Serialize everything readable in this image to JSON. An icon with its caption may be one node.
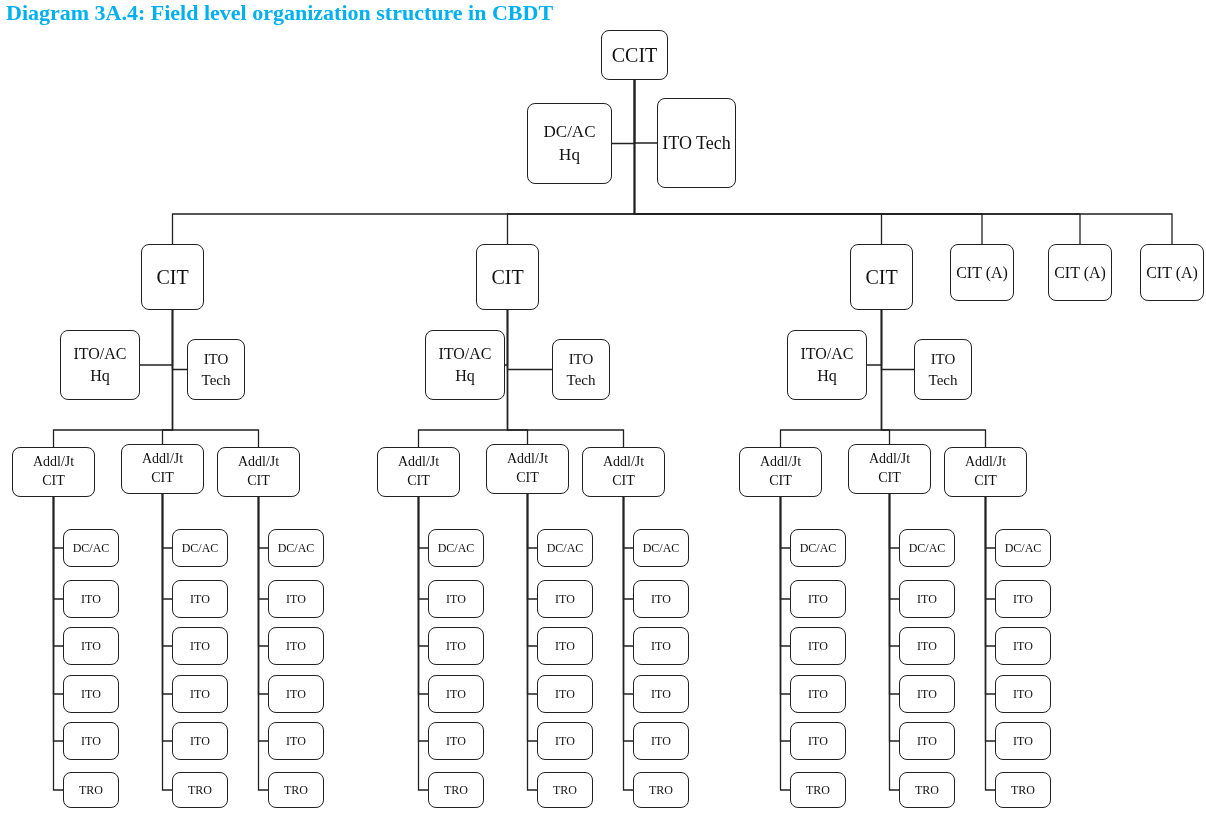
{
  "diagram": {
    "title": "Diagram 3A.4: Field level organization structure in CBDT",
    "nodes": [
      {
        "text": [
          "CCIT"
        ]
      },
      {
        "text": [
          "DC/AC Hq"
        ]
      },
      {
        "text": [
          "ITO Tech"
        ]
      },
      {
        "text": [
          "CIT"
        ]
      },
      {
        "text": [
          "CIT"
        ]
      },
      {
        "text": [
          "CIT"
        ]
      },
      {
        "text": [
          "CIT (A)"
        ]
      },
      {
        "text": [
          "CIT (A)"
        ]
      },
      {
        "text": [
          "CIT (A)"
        ]
      },
      {
        "text": [
          "ITO/AC Hq"
        ]
      },
      {
        "text": [
          "ITO Tech"
        ]
      },
      {
        "text": [
          "Addl/Jt CIT"
        ]
      },
      {
        "text": [
          "Addl/Jt CIT"
        ]
      },
      {
        "text": [
          "Addl/Jt CIT"
        ]
      },
      {
        "text": [
          "DC/AC"
        ]
      },
      {
        "text": [
          "ITO"
        ]
      },
      {
        "text": [
          "ITO"
        ]
      },
      {
        "text": [
          "ITO"
        ]
      },
      {
        "text": [
          "ITO"
        ]
      },
      {
        "text": [
          "TRO"
        ]
      },
      {
        "text": [
          "DC/AC"
        ]
      },
      {
        "text": [
          "ITO"
        ]
      },
      {
        "text": [
          "ITO"
        ]
      },
      {
        "text": [
          "ITO"
        ]
      },
      {
        "text": [
          "ITO"
        ]
      },
      {
        "text": [
          "TRO"
        ]
      },
      {
        "text": [
          "DC/AC"
        ]
      },
      {
        "text": [
          "ITO"
        ]
      },
      {
        "text": [
          "ITO"
        ]
      },
      {
        "text": [
          "ITO"
        ]
      },
      {
        "text": [
          "ITO"
        ]
      },
      {
        "text": [
          "TRO"
        ]
      },
      {
        "text": [
          "ITO/AC Hq"
        ]
      },
      {
        "text": [
          "ITO Tech"
        ]
      },
      {
        "text": [
          "Addl/Jt CIT"
        ]
      },
      {
        "text": [
          "Addl/Jt CIT"
        ]
      },
      {
        "text": [
          "Addl/Jt CIT"
        ]
      },
      {
        "text": [
          "DC/AC"
        ]
      },
      {
        "text": [
          "ITO"
        ]
      },
      {
        "text": [
          "ITO"
        ]
      },
      {
        "text": [
          "ITO"
        ]
      },
      {
        "text": [
          "ITO"
        ]
      },
      {
        "text": [
          "TRO"
        ]
      },
      {
        "text": [
          "DC/AC"
        ]
      },
      {
        "text": [
          "ITO"
        ]
      },
      {
        "text": [
          "ITO"
        ]
      },
      {
        "text": [
          "ITO"
        ]
      },
      {
        "text": [
          "ITO"
        ]
      },
      {
        "text": [
          "TRO"
        ]
      },
      {
        "text": [
          "DC/AC"
        ]
      },
      {
        "text": [
          "ITO"
        ]
      },
      {
        "text": [
          "ITO"
        ]
      },
      {
        "text": [
          "ITO"
        ]
      },
      {
        "text": [
          "ITO"
        ]
      },
      {
        "text": [
          "TRO"
        ]
      },
      {
        "text": [
          "ITO/AC Hq"
        ]
      },
      {
        "text": [
          "ITO Tech"
        ]
      },
      {
        "text": [
          "Addl/Jt CIT"
        ]
      },
      {
        "text": [
          "Addl/Jt CIT"
        ]
      },
      {
        "text": [
          "Addl/Jt CIT"
        ]
      },
      {
        "text": [
          "DC/AC"
        ]
      },
      {
        "text": [
          "ITO"
        ]
      },
      {
        "text": [
          "ITO"
        ]
      },
      {
        "text": [
          "ITO"
        ]
      },
      {
        "text": [
          "ITO"
        ]
      },
      {
        "text": [
          "TRO"
        ]
      },
      {
        "text": [
          "DC/AC"
        ]
      },
      {
        "text": [
          "ITO"
        ]
      },
      {
        "text": [
          "ITO"
        ]
      },
      {
        "text": [
          "ITO"
        ]
      },
      {
        "text": [
          "ITO"
        ]
      },
      {
        "text": [
          "TRO"
        ]
      },
      {
        "text": [
          "DC/AC"
        ]
      },
      {
        "text": [
          "ITO"
        ]
      },
      {
        "text": [
          "ITO"
        ]
      },
      {
        "text": [
          "ITO"
        ]
      },
      {
        "text": [
          "ITO"
        ]
      },
      {
        "text": [
          "TRO"
        ]
      }
    ],
    "edges": [
      {
        "from": 0,
        "to": 1,
        "arrow": "none"
      },
      {
        "from": 0,
        "to": 2,
        "arrow": "none"
      },
      {
        "from": 0,
        "to": 3,
        "arrow": "none"
      },
      {
        "from": 0,
        "to": 4,
        "arrow": "none"
      },
      {
        "from": 0,
        "to": 5,
        "arrow": "none"
      },
      {
        "from": 0,
        "to": 6,
        "arrow": "none"
      },
      {
        "from": 0,
        "to": 7,
        "arrow": "none"
      },
      {
        "from": 0,
        "to": 8,
        "arrow": "none"
      },
      {
        "from": 3,
        "to": 9,
        "arrow": "none"
      },
      {
        "from": 3,
        "to": 10,
        "arrow": "none"
      },
      {
        "from": 3,
        "to": 11,
        "arrow": "none"
      },
      {
        "from": 3,
        "to": 12,
        "arrow": "none"
      },
      {
        "from": 3,
        "to": 13,
        "arrow": "none"
      },
      {
        "from": 11,
        "to": 14,
        "arrow": "none"
      },
      {
        "from": 11,
        "to": 15,
        "arrow": "none"
      },
      {
        "from": 11,
        "to": 16,
        "arrow": "none"
      },
      {
        "from": 11,
        "to": 17,
        "arrow": "none"
      },
      {
        "from": 11,
        "to": 18,
        "arrow": "none"
      },
      {
        "from": 11,
        "to": 19,
        "arrow": "none"
      },
      {
        "from": 12,
        "to": 20,
        "arrow": "none"
      },
      {
        "from": 12,
        "to": 21,
        "arrow": "none"
      },
      {
        "from": 12,
        "to": 22,
        "arrow": "none"
      },
      {
        "from": 12,
        "to": 23,
        "arrow": "none"
      },
      {
        "from": 12,
        "to": 24,
        "arrow": "none"
      },
      {
        "from": 12,
        "to": 25,
        "arrow": "none"
      },
      {
        "from": 13,
        "to": 26,
        "arrow": "none"
      },
      {
        "from": 13,
        "to": 27,
        "arrow": "none"
      },
      {
        "from": 13,
        "to": 28,
        "arrow": "none"
      },
      {
        "from": 13,
        "to": 29,
        "arrow": "none"
      },
      {
        "from": 13,
        "to": 30,
        "arrow": "none"
      },
      {
        "from": 13,
        "to": 31,
        "arrow": "none"
      },
      {
        "from": 4,
        "to": 32,
        "arrow": "none"
      },
      {
        "from": 4,
        "to": 33,
        "arrow": "none"
      },
      {
        "from": 4,
        "to": 34,
        "arrow": "none"
      },
      {
        "from": 4,
        "to": 35,
        "arrow": "none"
      },
      {
        "from": 4,
        "to": 36,
        "arrow": "none"
      },
      {
        "from": 34,
        "to": 37,
        "arrow": "none"
      },
      {
        "from": 34,
        "to": 38,
        "arrow": "none"
      },
      {
        "from": 34,
        "to": 39,
        "arrow": "none"
      },
      {
        "from": 34,
        "to": 40,
        "arrow": "none"
      },
      {
        "from": 34,
        "to": 41,
        "arrow": "none"
      },
      {
        "from": 34,
        "to": 42,
        "arrow": "none"
      },
      {
        "from": 35,
        "to": 43,
        "arrow": "none"
      },
      {
        "from": 35,
        "to": 44,
        "arrow": "none"
      },
      {
        "from": 35,
        "to": 45,
        "arrow": "none"
      },
      {
        "from": 35,
        "to": 46,
        "arrow": "none"
      },
      {
        "from": 35,
        "to": 47,
        "arrow": "none"
      },
      {
        "from": 35,
        "to": 48,
        "arrow": "none"
      },
      {
        "from": 36,
        "to": 49,
        "arrow": "none"
      },
      {
        "from": 36,
        "to": 50,
        "arrow": "none"
      },
      {
        "from": 36,
        "to": 51,
        "arrow": "none"
      },
      {
        "from": 36,
        "to": 52,
        "arrow": "none"
      },
      {
        "from": 36,
        "to": 53,
        "arrow": "none"
      },
      {
        "from": 36,
        "to": 54,
        "arrow": "none"
      },
      {
        "from": 5,
        "to": 55,
        "arrow": "none"
      },
      {
        "from": 5,
        "to": 56,
        "arrow": "none"
      },
      {
        "from": 5,
        "to": 57,
        "arrow": "none"
      },
      {
        "from": 5,
        "to": 58,
        "arrow": "none"
      },
      {
        "from": 5,
        "to": 59,
        "arrow": "none"
      },
      {
        "from": 57,
        "to": 60,
        "arrow": "none"
      },
      {
        "from": 57,
        "to": 61,
        "arrow": "none"
      },
      {
        "from": 57,
        "to": 62,
        "arrow": "none"
      },
      {
        "from": 57,
        "to": 63,
        "arrow": "none"
      },
      {
        "from": 57,
        "to": 64,
        "arrow": "none"
      },
      {
        "from": 57,
        "to": 65,
        "arrow": "none"
      },
      {
        "from": 58,
        "to": 66,
        "arrow": "none"
      },
      {
        "from": 58,
        "to": 67,
        "arrow": "none"
      },
      {
        "from": 58,
        "to": 68,
        "arrow": "none"
      },
      {
        "from": 58,
        "to": 69,
        "arrow": "none"
      },
      {
        "from": 58,
        "to": 70,
        "arrow": "none"
      },
      {
        "from": 58,
        "to": 71,
        "arrow": "none"
      },
      {
        "from": 59,
        "to": 72,
        "arrow": "none"
      },
      {
        "from": 59,
        "to": 73,
        "arrow": "none"
      },
      {
        "from": 59,
        "to": 74,
        "arrow": "none"
      },
      {
        "from": 59,
        "to": 75,
        "arrow": "none"
      },
      {
        "from": 59,
        "to": 76,
        "arrow": "none"
      },
      {
        "from": 59,
        "to": 77,
        "arrow": "none"
      }
    ]
  }
}
